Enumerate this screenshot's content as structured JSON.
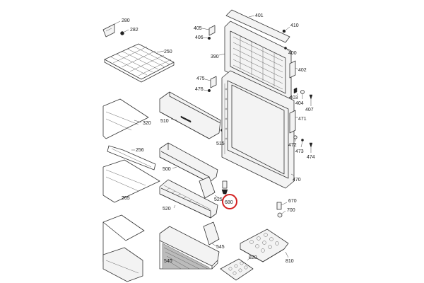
{
  "callouts": {
    "c280": "280",
    "c282": "282",
    "c250": "250",
    "c320": "320",
    "c510": "510",
    "c256": "256",
    "c515": "515",
    "c500": "500",
    "c265": "265",
    "c520": "520",
    "c525": "525",
    "c680": "680",
    "c540": "540",
    "c545": "545",
    "c820": "820",
    "c810": "810",
    "c401": "401",
    "c410": "410",
    "c405": "405",
    "c406": "406",
    "c390": "390",
    "c400": "400",
    "c402": "402",
    "c475": "475",
    "c476": "476",
    "c403": "403",
    "c404": "404",
    "c407": "407",
    "c471": "471",
    "c472": "472",
    "c473": "473",
    "c474": "474",
    "c470": "470",
    "c670": "670",
    "c700": "700"
  },
  "highlight": {
    "color": "#d32020",
    "target": "680"
  },
  "colors": {
    "line": "#333333",
    "background": "#ffffff"
  }
}
